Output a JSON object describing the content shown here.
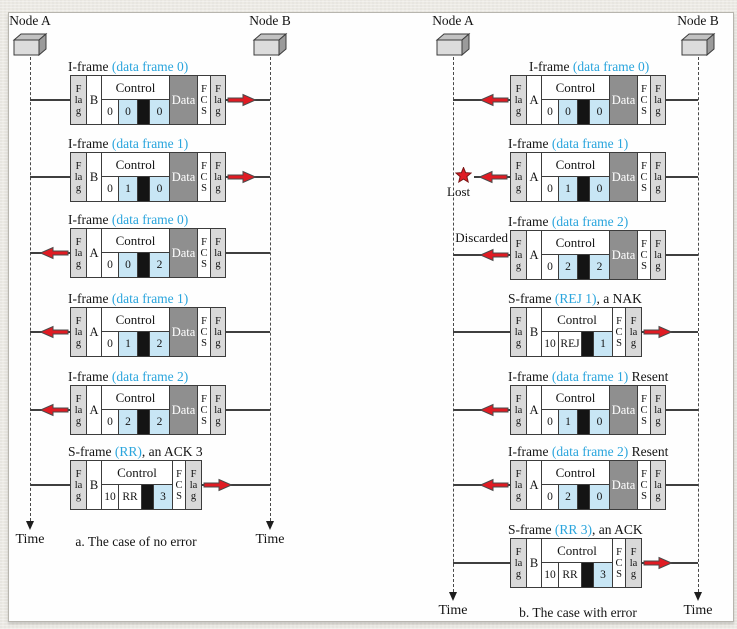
{
  "figure": {
    "labels": {
      "flag": "Flag",
      "fcs": "FCS",
      "control": "Control",
      "data": "Data",
      "time": "Time"
    },
    "colors": {
      "accent_cyan": "#2aa5dd",
      "arrow_red": "#e01b23",
      "field_blue": "#c8e6f5",
      "data_gray": "#8f8f8f",
      "flag_gray": "#d9d9d9",
      "line_dark": "#3c3c3c",
      "black_bit": "#141414"
    },
    "panels": [
      {
        "node_a": "Node A",
        "node_b": "Node B",
        "caption": "a. The case of no error",
        "frames": [
          {
            "type": "I",
            "direction": "right",
            "title_main": "I-frame",
            "title_accent": "(data frame 0)",
            "title_suffix": "",
            "address": "B",
            "c1": "0",
            "c2": "0",
            "c3": "0",
            "annotation": ""
          },
          {
            "type": "I",
            "direction": "right",
            "title_main": "I-frame",
            "title_accent": "(data frame 1)",
            "title_suffix": "",
            "address": "B",
            "c1": "0",
            "c2": "1",
            "c3": "0",
            "annotation": ""
          },
          {
            "type": "I",
            "direction": "left",
            "title_main": "I-frame",
            "title_accent": "(data frame 0)",
            "title_suffix": "",
            "address": "A",
            "c1": "0",
            "c2": "0",
            "c3": "2",
            "annotation": ""
          },
          {
            "type": "I",
            "direction": "left",
            "title_main": "I-frame",
            "title_accent": "(data frame 1)",
            "title_suffix": "",
            "address": "A",
            "c1": "0",
            "c2": "1",
            "c3": "2",
            "annotation": ""
          },
          {
            "type": "I",
            "direction": "left",
            "title_main": "I-frame",
            "title_accent": "(data frame 2)",
            "title_suffix": "",
            "address": "A",
            "c1": "0",
            "c2": "2",
            "c3": "2",
            "annotation": ""
          },
          {
            "type": "S",
            "direction": "right",
            "title_main": "S-frame",
            "title_accent": "(RR)",
            "title_suffix": ", an ACK 3",
            "address": "B",
            "c1": "10",
            "c2": "RR",
            "c3": "3",
            "annotation": ""
          }
        ]
      },
      {
        "node_a": "Node A",
        "node_b": "Node B",
        "caption": "b. The case with error",
        "frames": [
          {
            "type": "I",
            "direction": "left",
            "title_main": "I-frame",
            "title_accent": "(data frame 0)",
            "title_suffix": "",
            "address": "A",
            "c1": "0",
            "c2": "0",
            "c3": "0",
            "annotation": ""
          },
          {
            "type": "I",
            "direction": "left",
            "title_main": "I-frame",
            "title_accent": "(data frame 1)",
            "title_suffix": "",
            "address": "A",
            "c1": "0",
            "c2": "1",
            "c3": "0",
            "annotation": "Lost"
          },
          {
            "type": "I",
            "direction": "left",
            "title_main": "I-frame",
            "title_accent": "(data frame 2)",
            "title_suffix": "",
            "address": "A",
            "c1": "0",
            "c2": "2",
            "c3": "2",
            "annotation": "Discarded"
          },
          {
            "type": "S",
            "direction": "right",
            "title_main": "S-frame",
            "title_accent": "(REJ 1)",
            "title_suffix": ", a NAK",
            "address": "B",
            "c1": "10",
            "c2": "REJ",
            "c3": "1",
            "annotation": ""
          },
          {
            "type": "I",
            "direction": "left",
            "title_main": "I-frame",
            "title_accent": "(data frame 1)",
            "title_suffix": " Resent",
            "address": "A",
            "c1": "0",
            "c2": "1",
            "c3": "0",
            "annotation": ""
          },
          {
            "type": "I",
            "direction": "left",
            "title_main": "I-frame",
            "title_accent": "(data frame 2)",
            "title_suffix": " Resent",
            "address": "A",
            "c1": "0",
            "c2": "2",
            "c3": "0",
            "annotation": ""
          },
          {
            "type": "S",
            "direction": "right",
            "title_main": "S-frame",
            "title_accent": "(RR 3)",
            "title_suffix": ", an ACK",
            "address": "B",
            "c1": "10",
            "c2": "RR",
            "c3": "3",
            "annotation": ""
          }
        ]
      }
    ]
  }
}
